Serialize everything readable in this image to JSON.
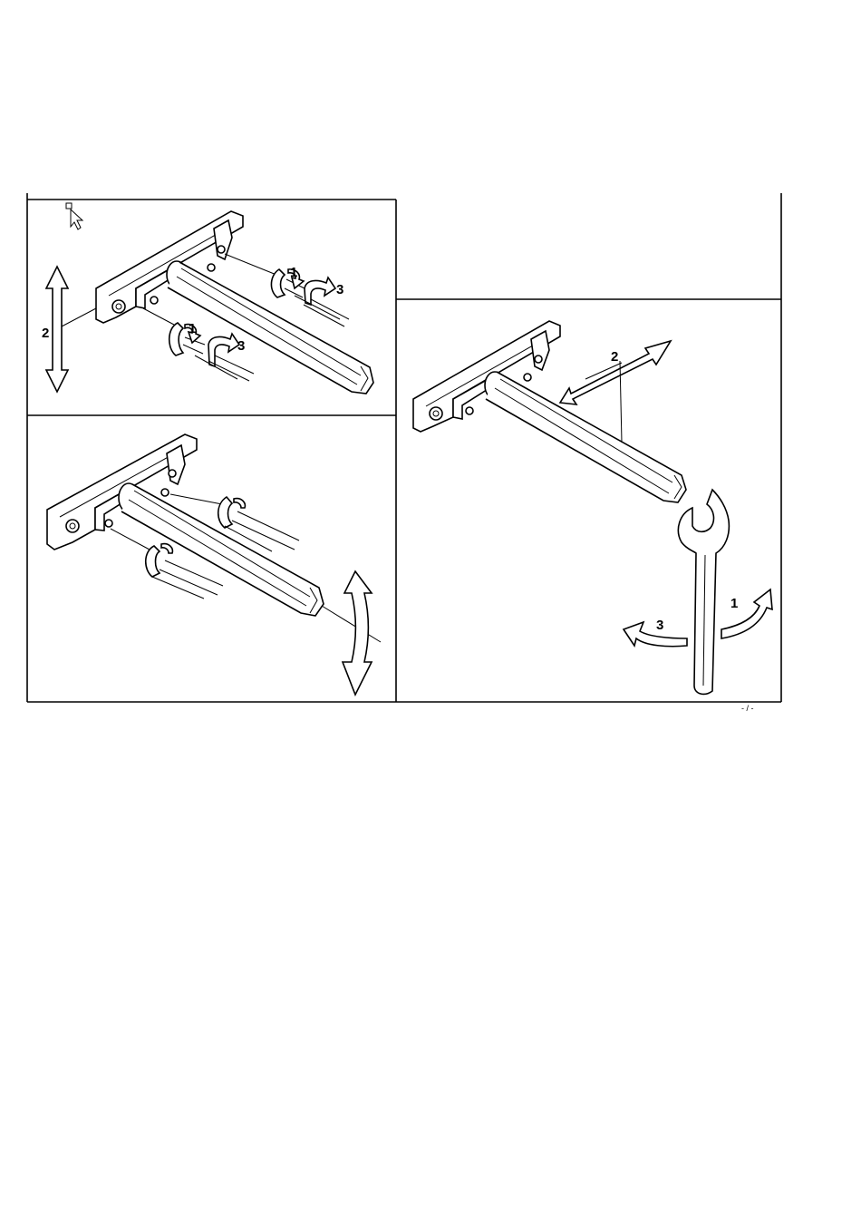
{
  "panels": [
    {
      "id": "top-left",
      "labels": [
        "1",
        "3",
        "1",
        "3",
        "2"
      ]
    },
    {
      "id": "bottom-left",
      "labels": []
    },
    {
      "id": "right",
      "labels": [
        "2",
        "3",
        "1"
      ]
    }
  ],
  "footer_mark": "- / -"
}
